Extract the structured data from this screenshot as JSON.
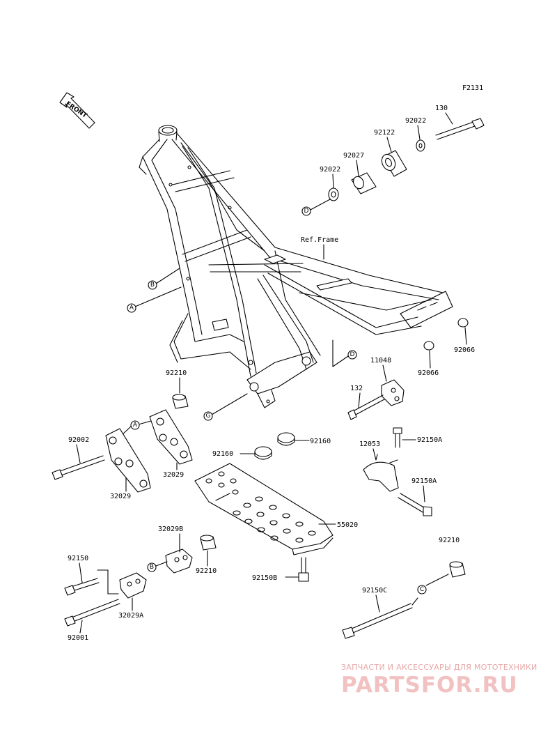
{
  "diagram_code": "F2131",
  "front_label": "FRONT",
  "ref_frame_label": "Ref.Frame",
  "parts": {
    "p130": "130",
    "p92022_top": "92022",
    "p92122": "92122",
    "p92027": "92027",
    "p92022_mid": "92022",
    "p11048": "11048",
    "p132": "132",
    "p92066_right": "92066",
    "p92066_mid": "92066",
    "p92210_top": "92210",
    "p92002": "92002",
    "p32029_left": "32029",
    "p32029_right": "32029",
    "p92160_left": "92160",
    "p92160_right": "92160",
    "p92150A_top": "92150A",
    "p12053": "12053",
    "p92150A_bot": "92150A",
    "p55020": "55020",
    "p92210_right": "92210",
    "p32029B": "32029B",
    "p92210_bot": "92210",
    "p92150": "92150",
    "p92150B": "92150B",
    "p32029A": "32029A",
    "p92001": "92001",
    "p92150C": "92150C"
  },
  "callouts": {
    "A_frame": "A",
    "B_frame": "B",
    "D_spacer": "D",
    "D_frame": "D",
    "G_frame": "G",
    "A_bracket": "A",
    "B_bracket": "B",
    "C_bolt": "C"
  },
  "watermark": {
    "line1": "ЗАПЧАСТИ И АКСЕССУАРЫ ДЛЯ МОТОТЕХНИКИ",
    "line2": "PARTSFOR.RU"
  }
}
